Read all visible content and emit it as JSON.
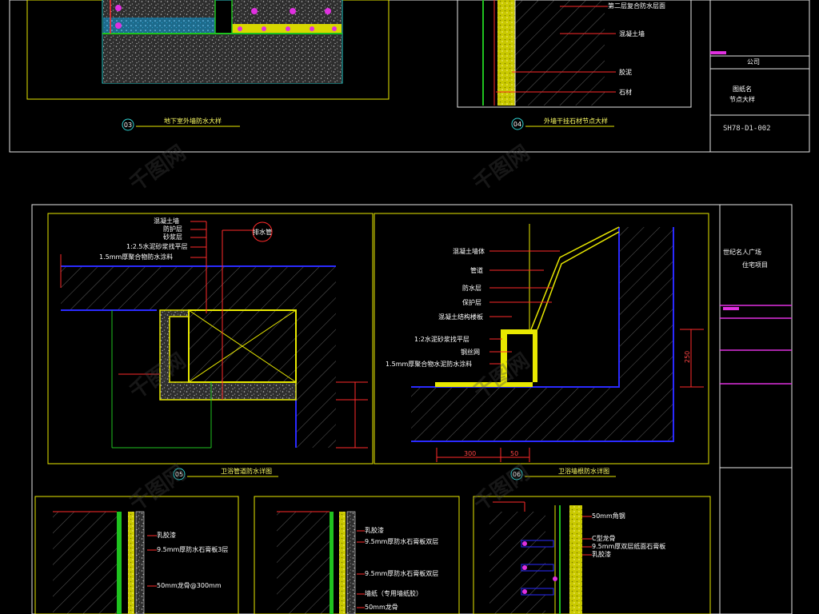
{
  "colors": {
    "background": "#000000",
    "frame": "#e6e6e6",
    "yellow": "#e8e800",
    "red": "#ff2a2a",
    "blue": "#2a2aff",
    "green": "#1fc21f",
    "magenta": "#e030e0",
    "cyan": "#30d0d0",
    "label": "#ffffff"
  },
  "top_section": {
    "detail_left": {
      "num": "03",
      "title": "地下室外墙防水大样"
    },
    "detail_right": {
      "num": "04",
      "title": "外墙干挂石材节点大样",
      "callouts": [
        "第二层复合防水层面",
        "混凝土墙",
        "胶泥",
        "石材"
      ]
    },
    "title_block": {
      "company": "公司",
      "drawing_lines": [
        "图纸名",
        "节点大样"
      ],
      "code": "SH78-D1-002"
    }
  },
  "bottom_section": {
    "title_block": {
      "project_line1": "世纪名人广场",
      "project_line2": "住宅项目"
    },
    "detail_a": {
      "num": "05",
      "title": "卫浴管道防水详图",
      "callouts": [
        "混凝土墙",
        "防护层",
        "砂浆层",
        "1:2.5水泥砂浆找平层",
        "1.5mm厚聚合物防水涂料"
      ],
      "pipe_label": "排水管"
    },
    "detail_b": {
      "num": "06",
      "title": "卫浴墙根防水详图",
      "callouts": [
        "混凝土墙体",
        "管道",
        "防水层",
        "保护层",
        "混凝土结构楼板",
        "1:2水泥砂浆找平层",
        "钢丝网",
        "1.5mm厚聚合物水泥防水涂料"
      ],
      "dim_vertical": "250",
      "dim_a": "300",
      "dim_b": "50"
    },
    "detail_c": {
      "callouts": [
        "乳胶漆",
        "9.5mm厚防水石膏板3层",
        "50mm龙骨@300mm"
      ]
    },
    "detail_d": {
      "callouts": [
        "乳胶漆",
        "9.5mm厚防水石膏板双层",
        "9.5mm厚防水石膏板双层",
        "墙纸（专用墙纸胶）",
        "50mm龙骨"
      ]
    },
    "detail_e": {
      "callouts": [
        "50mm角钢",
        "C型龙骨",
        "9.5mm厚双层纸面石膏板",
        "乳胶漆"
      ]
    }
  },
  "watermark": "千图网"
}
